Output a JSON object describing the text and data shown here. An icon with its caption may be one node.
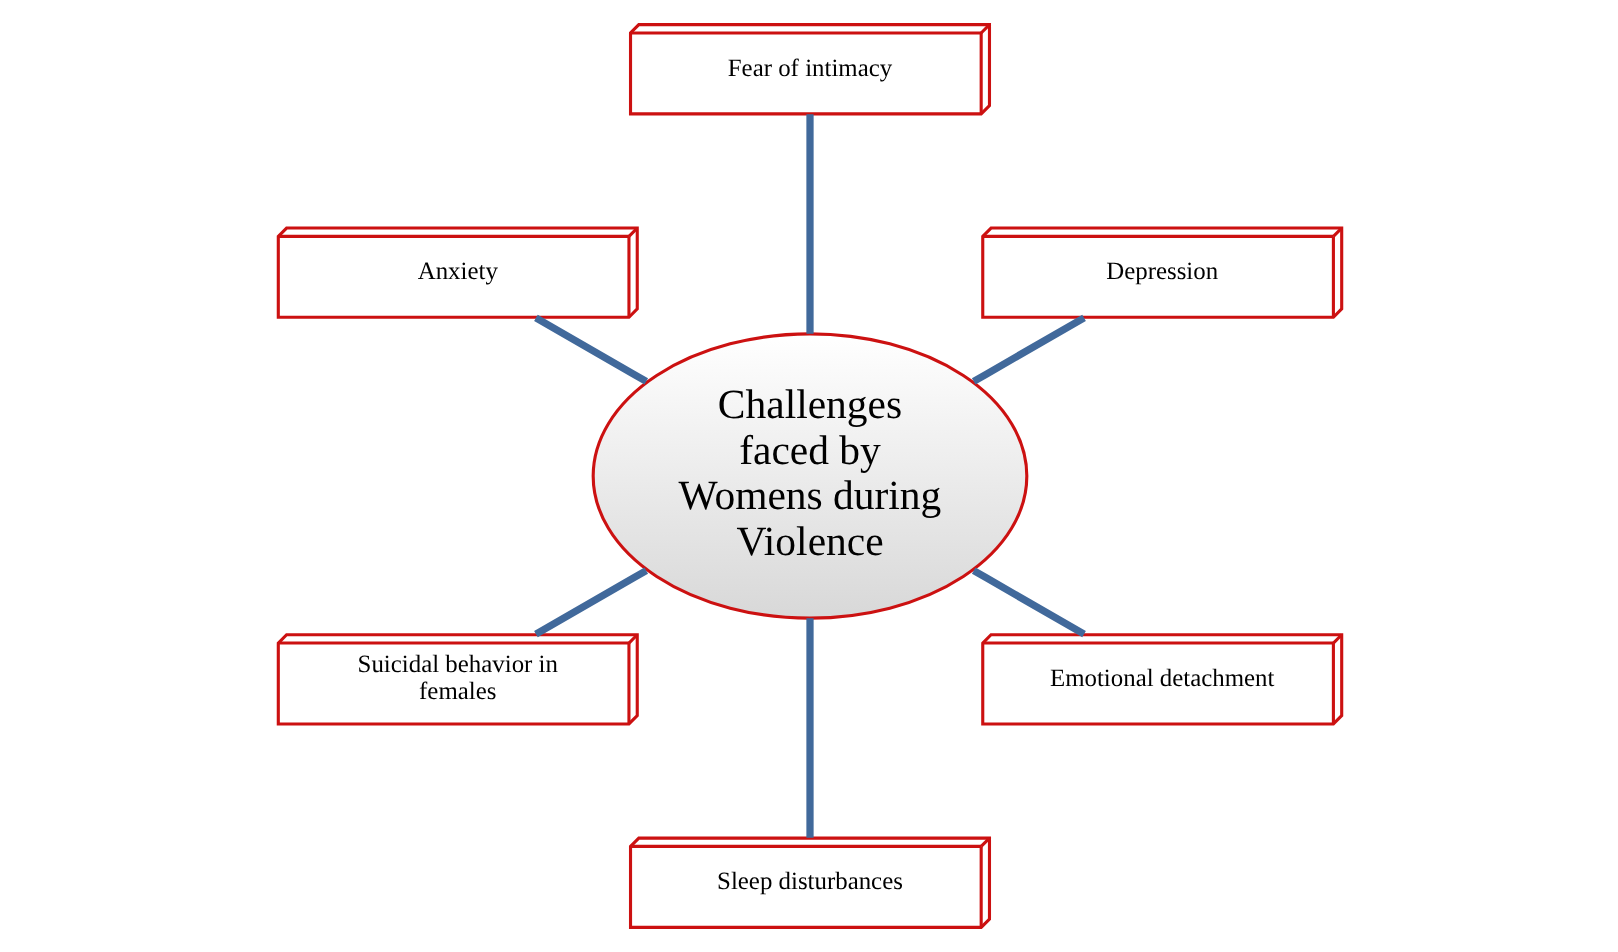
{
  "diagram": {
    "nodes": [
      {
        "text": [
          "Depression"
        ]
      },
      {
        "text": [
          "Fear of intimacy"
        ]
      },
      {
        "text": [
          "Anxiety"
        ]
      },
      {
        "text": [
          "Challenges faced by Womens during Violence"
        ]
      },
      {
        "text": [
          "Suicidal behavior in females"
        ]
      },
      {
        "text": [
          "Sleep disturbances"
        ]
      },
      {
        "text": [
          "Emotional detachment"
        ]
      }
    ],
    "edges": [
      {
        "from": 3,
        "to": 0,
        "arrow": "none"
      },
      {
        "from": 3,
        "to": 1,
        "arrow": "none"
      },
      {
        "from": 3,
        "to": 2,
        "arrow": "none"
      },
      {
        "from": 3,
        "to": 4,
        "arrow": "none"
      },
      {
        "from": 3,
        "to": 5,
        "arrow": "none"
      },
      {
        "from": 3,
        "to": 6,
        "arrow": "none"
      }
    ]
  }
}
